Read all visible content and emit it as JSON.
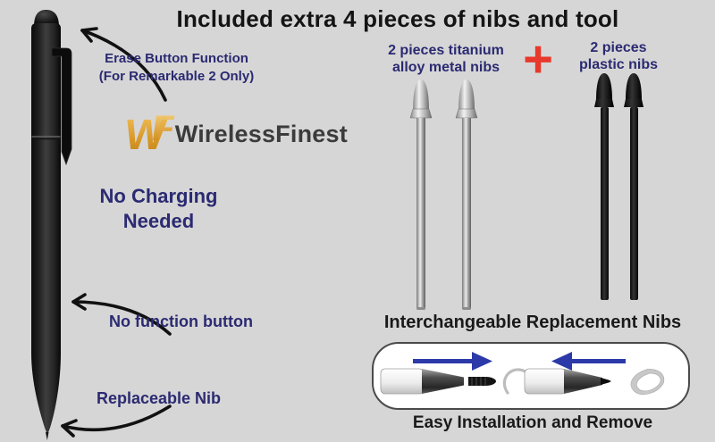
{
  "title": "Included extra 4 pieces of nibs and tool",
  "brand": {
    "mark_w": "W",
    "mark_f": "F",
    "name": "WirelessFinest"
  },
  "pen_annotations": {
    "erase_button_line1": "Erase Button Function",
    "erase_button_line2": "(For Remarkable 2 Only)",
    "no_charging": "No Charging Needed",
    "no_function_button": "No function button",
    "replaceable_nib": "Replaceable Nib"
  },
  "nib_section": {
    "titanium_label": "2 pieces titanium alloy metal nibs",
    "titanium_count": 2,
    "plus_sign": "+",
    "plastic_label": "2 pieces plastic nibs",
    "plastic_count": 2,
    "heading": "Interchangeable Replacement Nibs"
  },
  "install_section": {
    "caption": "Easy Installation and Remove"
  },
  "colors": {
    "background": "#d6d6d6",
    "navy_text": "#2b2a72",
    "title_black": "#141414",
    "red_plus": "#e8392c",
    "arrow_blue": "#2b3aa8",
    "logo_gold": "#dda03a",
    "metal_nib": "#c9c9c9",
    "plastic_nib": "#141414"
  }
}
